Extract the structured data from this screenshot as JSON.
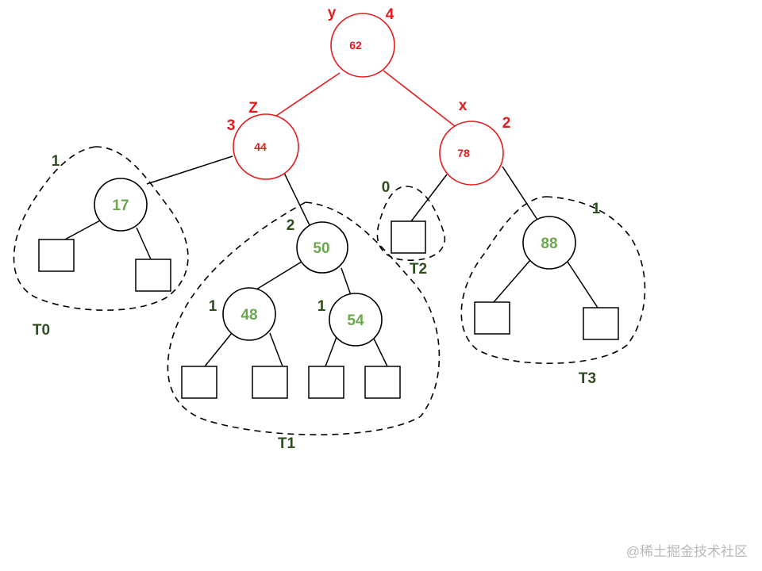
{
  "nodes": {
    "y": {
      "value": "62",
      "letter": "y",
      "height": "4"
    },
    "z": {
      "value": "44",
      "letter": "Z",
      "height": "3"
    },
    "x": {
      "value": "78",
      "letter": "x",
      "height": "2"
    },
    "n17": {
      "value": "17",
      "height": "1"
    },
    "n50": {
      "value": "50",
      "height": "2"
    },
    "n48": {
      "value": "48",
      "height": "1"
    },
    "n54": {
      "value": "54",
      "height": "1"
    },
    "n88": {
      "value": "88",
      "height": "1"
    },
    "t2_height": "0"
  },
  "subtrees": {
    "t0": "T0",
    "t1": "T1",
    "t2": "T2",
    "t3": "T3"
  },
  "colors": {
    "highlight": "#e41a1c",
    "value_green": "#6aa84f",
    "label_dark": "#2e4d1e",
    "outline": "#000000"
  },
  "watermark": "@稀土掘金技术社区"
}
